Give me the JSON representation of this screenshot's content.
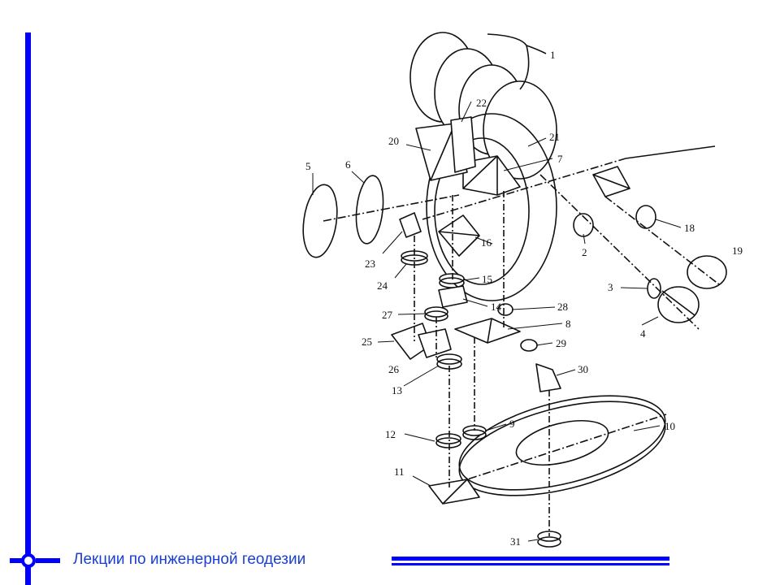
{
  "footer": {
    "title": "Лекции по инженерной геодезии"
  },
  "colors": {
    "accent": "#0000ff",
    "footer_text": "#1a3fd1",
    "drawing": "#111111"
  },
  "diagram": {
    "labels": [
      "1",
      "2",
      "3",
      "4",
      "5",
      "6",
      "7",
      "8",
      "9",
      "10",
      "11",
      "12",
      "13",
      "14",
      "15",
      "16",
      "18",
      "19",
      "20",
      "21",
      "22",
      "23",
      "24",
      "25",
      "26",
      "27",
      "28",
      "29",
      "30",
      "31"
    ]
  }
}
